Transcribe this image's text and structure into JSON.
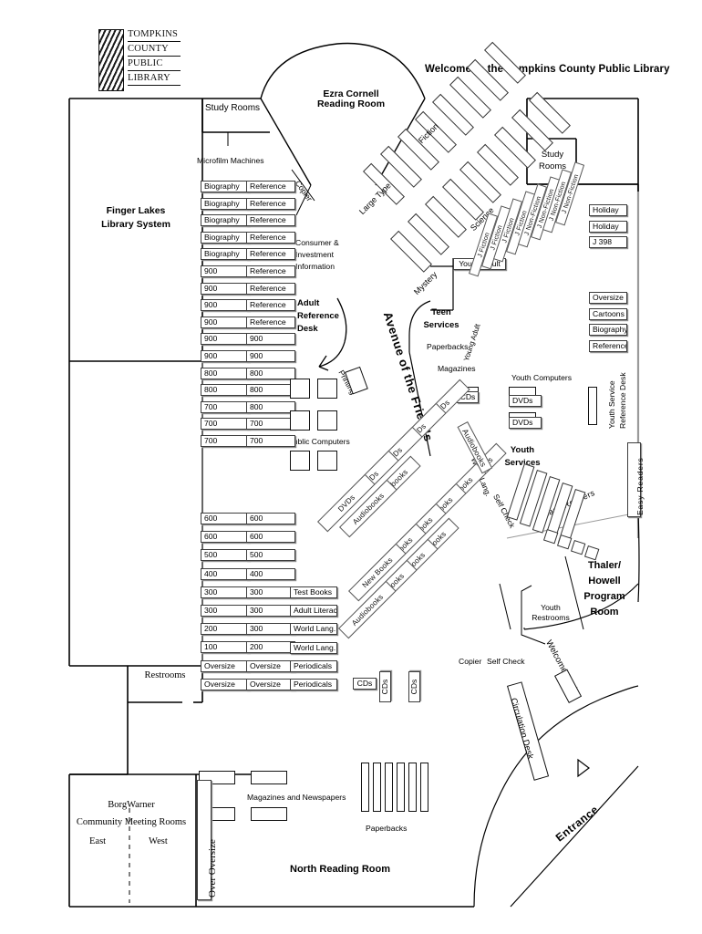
{
  "logo": {
    "lines": [
      "TOMPKINS",
      "COUNTY",
      "PUBLIC",
      "LIBRARY"
    ],
    "alt": "Tompkins County Public Library logo"
  },
  "title": "Welcome to the Tompkins County Public Library",
  "rooms": {
    "ezra_cornell": "Ezra Cornell\nReading Room",
    "ezra_cornell_l1": "Ezra Cornell",
    "ezra_cornell_l2": "Reading Room",
    "study_rooms_left": "Study Rooms",
    "study_rooms_right_l1": "Study",
    "study_rooms_right_l2": "Rooms",
    "finger_lakes_l1": "Finger Lakes",
    "finger_lakes_l2": "Library System",
    "north_reading_room": "North Reading Room",
    "borgwarner_l1": "BorgWarner",
    "borgwarner_l2": "Community Meeting Rooms",
    "borgwarner_east": "East",
    "borgwarner_west": "West",
    "thaler_howell": [
      "Thaler/",
      "Howell",
      "Program",
      "Room"
    ],
    "restrooms": "Restrooms",
    "youth_restrooms_l1": "Youth",
    "youth_restrooms_l2": "Restrooms"
  },
  "areas": {
    "microfilm": "Microfilm Machines",
    "consumer_investment": [
      "Consumer &",
      "Investment",
      "Information"
    ],
    "adult_reference_desk": [
      "Adult",
      "Reference",
      "Desk"
    ],
    "copier_top": "Copier",
    "printing": "Printing",
    "public_computers": "Public Computers",
    "teen_services_l1": "Teen",
    "teen_services_l2": "Services",
    "teen_paperbacks": "Paperbacks",
    "teen_magazines": "Magazines",
    "youth_computers": "Youth Computers",
    "youth_services_l1": "Youth",
    "youth_services_l2": "Services",
    "youth_service_reference_desk": "Youth Service\nReference Desk",
    "youth_service_ref_l1": "Youth Service",
    "youth_service_ref_l2": "Reference Desk",
    "easy_readers_vertical": "Easy Readers",
    "easy_readers_diagonal": "Easy Readers",
    "avenue_of_the_friends": "Avenue of the Friends",
    "welcome_desk": "Welcome Desk",
    "circulation_desk": "Circulation Desk",
    "entrance": "Entrance",
    "self_check_bottom": "Self Check",
    "self_check_diagonal": "Self Check",
    "copier_bottom": "Copier",
    "world_lang_diagonal": "World Lang.",
    "magazines_newspapers": "Magazines and Newspapers",
    "paperbacks_north": "Paperbacks",
    "over_oversize": "Over Oversize",
    "young_adult_box": "Young Adult"
  },
  "stack_labels": {
    "large_type": "Large Type",
    "fiction": "Fiction",
    "mystery": "Mystery",
    "science": "Science"
  },
  "shelves": {
    "col1": [
      "Biography",
      "Biography",
      "Biography",
      "Biography",
      "Biography",
      "900",
      "900",
      "900",
      "900",
      "900",
      "900",
      "800",
      "800",
      "700",
      "700",
      "700"
    ],
    "col2": [
      "Reference",
      "Reference",
      "Reference",
      "Reference",
      "Reference",
      "Reference",
      "Reference",
      "Reference",
      "Reference",
      "900",
      "900",
      "800",
      "800",
      "800",
      "700",
      "700"
    ],
    "col1_lower": [
      "600",
      "600",
      "500",
      "400",
      "300",
      "300",
      "200",
      "100",
      "Oversize",
      "Oversize"
    ],
    "col2_lower": [
      "600",
      "600",
      "500",
      "400",
      "300",
      "300",
      "300",
      "200",
      "Oversize",
      "Oversize"
    ],
    "col3_lower": [
      "Test Books",
      "Adult Literacy",
      "World Lang.",
      "World Lang.",
      "Periodicals",
      "Periodicals"
    ],
    "right_upper": [
      "Holiday",
      "Holiday",
      "J 398"
    ],
    "right_lower": [
      "Oversize",
      "Cartoons",
      "Biography",
      "Reference"
    ],
    "cds": [
      "CDs",
      "CDs",
      "CDs",
      "CDs"
    ],
    "dvds_boxes": [
      "DVDs",
      "DVDs"
    ]
  },
  "diagonal_stacks": {
    "dvds": [
      "DVDs",
      "DVDs",
      "DVDs",
      "DVDs",
      "DVDs"
    ],
    "audiobooks_upper": [
      "Audiobooks",
      "Audiobooks"
    ],
    "audiobooks_lower": [
      "Audiobooks",
      "Audiobooks",
      "Audiobooks",
      "Audiobooks"
    ],
    "new_books": [
      "New Books",
      "New Books",
      "New Books",
      "New Books",
      "New Books",
      "New Books"
    ],
    "audiobooks_right": "Audiobooks",
    "j_fiction": [
      "J Fiction",
      "J Fiction",
      "J Fiction",
      "J Fiction"
    ],
    "j_non_fiction": [
      "J Non-Fiction",
      "J Non-Fiction",
      "J Non-Fiction",
      "J Non-Fiction"
    ],
    "young_adult_diag": "Young Adult"
  },
  "colors": {
    "ink": "#000000",
    "shelf_border": "#3d3d3d",
    "shelf_shadow": "#8e8e8e",
    "gray_wall": "#9a9a9a",
    "paper": "#ffffff"
  }
}
